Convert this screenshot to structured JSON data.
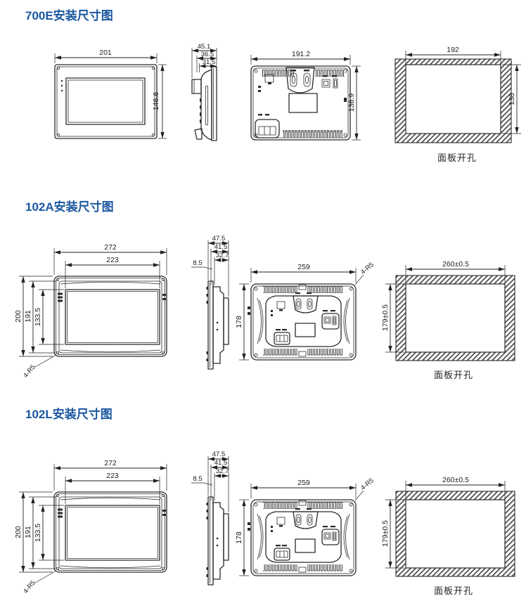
{
  "page": {
    "background": "#ffffff"
  },
  "colors": {
    "title_blue": "#1a56a0",
    "line": "#2a2a2a"
  },
  "sections": [
    {
      "model": "700E",
      "title": "700E安装尺寸图",
      "front": {
        "w": "201",
        "h": "146.6"
      },
      "side": {
        "d1": "45.1",
        "d2": "36.5",
        "d3": "31.5"
      },
      "back": {
        "w": "191.2",
        "h": "136.9"
      },
      "cutout": {
        "w": "192",
        "h": "138",
        "caption": "面板开孔"
      }
    },
    {
      "model": "102A",
      "title": "102A安装尺寸图",
      "front": {
        "w_outer": "272",
        "w_screen": "223",
        "h_outer": "200",
        "h_bezel": "191",
        "h_screen": "133.5",
        "corner": "4-R5"
      },
      "side": {
        "d1": "47.5",
        "d2": "41.5",
        "d3": "32.7",
        "d4": "8.5"
      },
      "back": {
        "w": "259",
        "h": "178",
        "corner": "4-R5"
      },
      "cutout": {
        "w": "260±0.5",
        "h": "179±0.5",
        "caption": "面板开孔"
      }
    },
    {
      "model": "102L",
      "title": "102L安装尺寸图",
      "front": {
        "w_outer": "272",
        "w_screen": "223",
        "h_outer": "200",
        "h_bezel": "191",
        "h_screen": "133.5",
        "corner": "4-R5"
      },
      "side": {
        "d1": "47.5",
        "d2": "41.5",
        "d3": "32.7",
        "d4": "8.5"
      },
      "back": {
        "w": "259",
        "h": "178",
        "corner": "4-R5"
      },
      "cutout": {
        "w": "260±0.5",
        "h": "179±0.5",
        "caption": "面板开孔"
      }
    }
  ]
}
